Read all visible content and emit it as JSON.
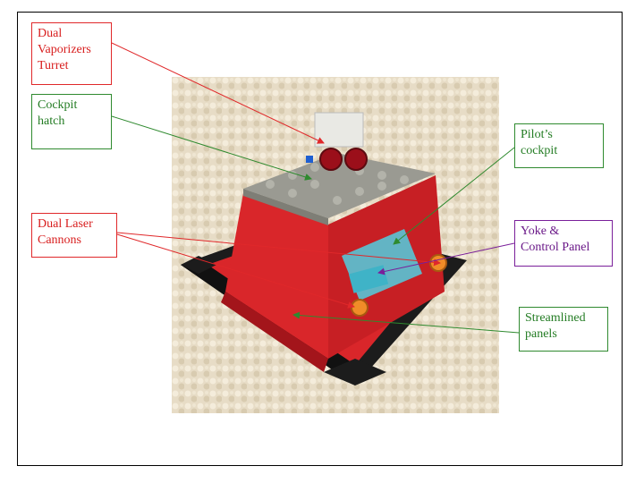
{
  "callouts": {
    "turret": "Dual\nVaporizers\nTurret",
    "hatch": "Cockpit\nhatch",
    "pilot": "Pilot’s\ncockpit",
    "laser": "Dual Laser\nCannons",
    "yoke": "Yoke &\nControl Panel",
    "panels": "Streamlined\npanels"
  },
  "colors": {
    "red": "#e0282a",
    "green": "#2f8a2f",
    "purple": "#7a1f9a",
    "brick_red": "#d9262a",
    "brick_gray": "#9a9a92",
    "brick_black": "#1c1c1c",
    "carpet": "#e8dfcc"
  }
}
